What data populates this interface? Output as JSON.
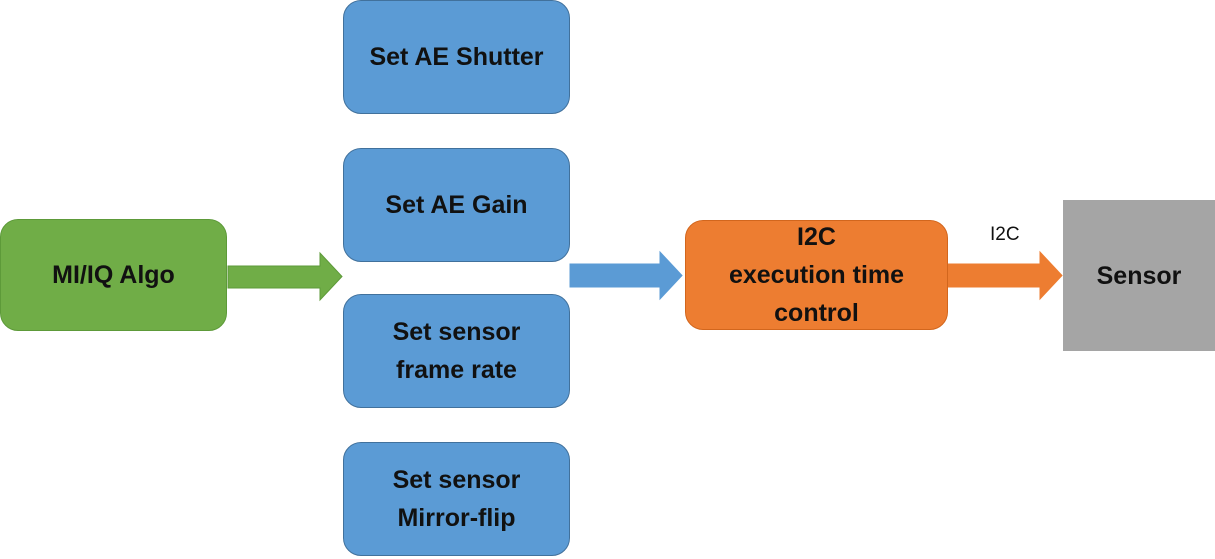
{
  "diagram": {
    "nodes": {
      "algo": {
        "lines": [
          "MI/IQ Algo"
        ],
        "color": "#70ad47"
      },
      "ae_shutter": {
        "lines": [
          "Set AE Shutter"
        ],
        "color": "#5b9bd5"
      },
      "ae_gain": {
        "lines": [
          "Set AE Gain"
        ],
        "color": "#5b9bd5"
      },
      "frame_rate": {
        "lines": [
          "Set sensor",
          "frame rate"
        ],
        "color": "#5b9bd5"
      },
      "mirror_flip": {
        "lines": [
          "Set sensor",
          "Mirror-flip"
        ],
        "color": "#5b9bd5"
      },
      "i2c_control": {
        "lines": [
          "I2C",
          "execution time",
          "control"
        ],
        "color": "#ed7d31"
      },
      "sensor": {
        "lines": [
          "Sensor"
        ],
        "color": "#a5a5a5"
      }
    },
    "edges": [
      {
        "from": "algo",
        "to": "settings-group",
        "label": "",
        "color": "#70ad47"
      },
      {
        "from": "settings-group",
        "to": "i2c_control",
        "label": "",
        "color": "#5b9bd5"
      },
      {
        "from": "i2c_control",
        "to": "sensor",
        "label": "I2C",
        "color": "#ed7d31"
      }
    ]
  }
}
